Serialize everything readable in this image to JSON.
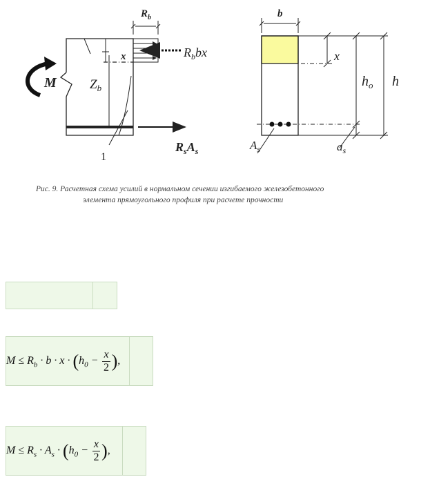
{
  "figure": {
    "left_labels": {
      "rb_top": "R",
      "rb_top_sub": "b",
      "x": "x",
      "rbbx": "R",
      "rbbx_sub": "b",
      "rbbx_tail": "bx",
      "m": "M",
      "zb": "Z",
      "zb_sub": "b",
      "rsas": "R",
      "rsas_sub1": "s",
      "rsas_mid": "A",
      "rsas_sub2": "s",
      "callout": "1"
    },
    "right_labels": {
      "b": "b",
      "x": "x",
      "h0": "h",
      "h0_sub": "o",
      "h": "h",
      "as_left": "A",
      "as_left_sub": "s",
      "as_right": "a",
      "as_right_sub": "s"
    },
    "compressed_zone_color": "#fafa9e"
  },
  "caption": {
    "line1": "Рис. 9. Расчетная схема усилий в нормальном сечении изгибаемого железобетонного",
    "line2": "элемента прямоугольного профиля при расчете прочности"
  },
  "formula1": {
    "left": "M ≤ R",
    "rb_sub": "b",
    "mid": " · b · x · ",
    "h": "h",
    "h_sub": "0",
    "minus": " − ",
    "num": "x",
    "den": "2",
    "end": ","
  },
  "formula2": {
    "left": "M ≤ R",
    "rs_sub": "s",
    "mid": " · A",
    "as_sub": "s",
    "dot": " · ",
    "h": "h",
    "h_sub": "0",
    "minus": " − ",
    "num": "x",
    "den": "2",
    "end": ","
  },
  "colors": {
    "formula_bg": "#eef8e8",
    "formula_border": "#c9dcc0"
  }
}
